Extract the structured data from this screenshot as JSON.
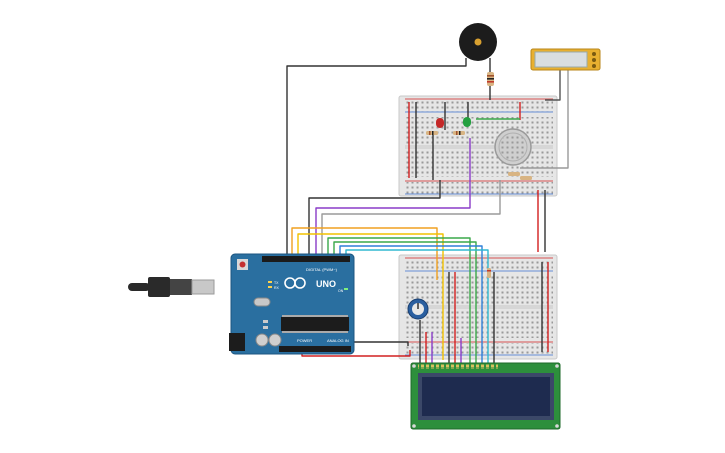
{
  "arduino": {
    "logo_text": "UNO",
    "digital_label": "DIGITAL (PWM~)",
    "power_label": "POWER",
    "analog_label": "ANALOG IN",
    "tx_label": "TX",
    "rx_label": "RX",
    "on_label": "ON"
  },
  "colors": {
    "arduino_board": "#2a6fa0",
    "breadboard": "#e6e6e6",
    "lcd_pcb": "#2d8f3c",
    "lcd_screen": "#1e2b4f",
    "meter": "#e8b030",
    "wire_black": "#333333",
    "wire_red": "#d22020",
    "wire_orange": "#f0a020",
    "wire_yellow": "#f2c200",
    "wire_green": "#3aa84a",
    "wire_blue": "#2f7fd8",
    "wire_cyan": "#30b8d0",
    "wire_purple": "#8a3cc8",
    "wire_gray": "#9a9a9a",
    "led_red": "#c42828",
    "led_green": "#24a040"
  },
  "components": {
    "buzzer": "piezo-buzzer",
    "gas_sensor": "gas-sensor",
    "meter": "multimeter",
    "potentiometer": "potentiometer",
    "lcd": "lcd-16x2",
    "usb": "usb-cable"
  }
}
